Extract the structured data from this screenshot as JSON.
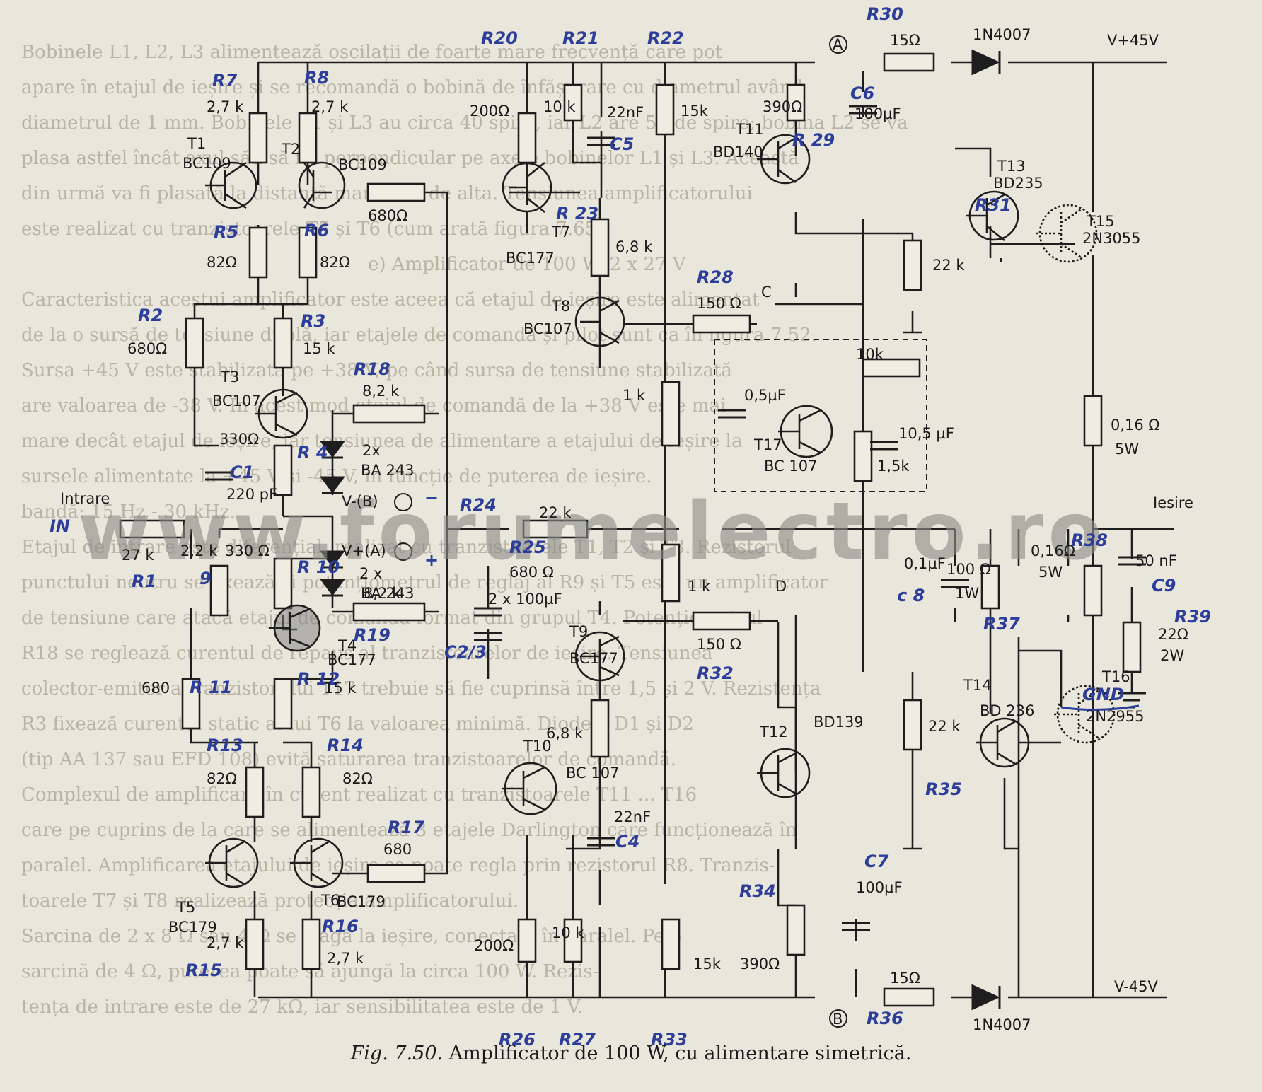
{
  "watermark": "www.forumelectro.ro",
  "caption": {
    "fig": "Fig. 7.50.",
    "text": "Amplificator de 100 W, cu alimentare simetrică."
  },
  "background_text": [
    "Bobinele L1, L2, L3 alimentează oscilații de foarte mare frecvență care pot",
    "apare în etajul de ieșire și se recomandă o bobină de înfășurare cu diametrul având",
    "diametrul de 1 mm. Bobinele L1 și L3 au circa 40 spire, iar L2 are 50 de spire; bobina L2 se va",
    "plasa astfel încât axul său să fie perpendicular pe axele bobinelor L1 și L3. Această",
    "din urmă va fi plasată la distanță mare una de alta. Tensiunea amplificatorului",
    "este realizat cu tranzistoarele T5 și T6 (cum arată figura 7.65).",
    "e) Amplificator de 100 W, 2 x 27 V",
    "Caracteristica acestui amplificator este aceea că etajul de ieșire este alimentat",
    "de la o sursă de tensiune dublă, iar etajele de comandă și pilot sunt ca în figura 7.52.",
    "Sursa +45 V este stabilizată pe +38 V, pe când sursa de tensiune stabilizată",
    "are valoarea de -38 V. În acest mod etajul de comandă de la +38 V este mai",
    "mare decât etajul de ieșire, iar tensiunea de alimentare a etajului de ieșire la",
    "sursele alimentate la +45 V și -45 V, în funcție de puterea de ieșire.",
    "bandă: 15 Hz - 30 kHz.",
    "Etajul de intrare este diferențial, realizat cu tranzistoarele T1, T2 și T3. Rezistorul",
    "punctului neutru se fixează și potențiometrul de reglaj al R9 și T5 este un amplificator",
    "de tensiune care atacă etajul de comandă format din grupul T4. Potențiometrul",
    "R18 se reglează curentul de repaus al tranzistoarelor de ieșire. Tensiunea",
    "colector-emitor a tranzistorului T17 trebuie să fie cuprinsă între 1,5 și 2 V. Rezistența",
    "R3 fixează curentul static al lui T6 la valoarea minimă. Diodele D1 și D2",
    "(tip AA 137 sau EFD 108) evită saturarea tranzistoarelor de comandă.",
    "Complexul de amplificare în curent realizat cu tranzistoarele T11 ... T16",
    "care pe cuprins de la care se alimentează 3 etajele Darlington care funcționează în",
    "paralel. Amplificarea etajului de ieșire se poate regla prin rezistorul R8. Tranzis-",
    "toarele T7 și T8 realizează protecția amplificatorului.",
    "Sarcina de 2 x 8 Ω sau 4 Ω se leagă la ieșire, conectate în paralel. Pe o",
    "sarcină de 4 Ω, puterea poate să ajungă la circa 100 W. Rezis-",
    "tența de intrare este de 27 kΩ, iar sensibilitatea este de 1 V."
  ],
  "labels": {
    "R30": "R30",
    "r30_val": "15Ω",
    "d_top": "1N4007",
    "vplus": "V+45V",
    "R20": "R20",
    "R21": "R21",
    "R22": "R22",
    "pointA": "A",
    "pointB": "B",
    "R7": "R7",
    "r7_val": "2,7 k",
    "R8": "R8",
    "r8_val": "2,7 k",
    "T1": "T1",
    "t1_type": "BC109",
    "T2": "T2",
    "t2_type": "BC109",
    "r20_val": "200Ω",
    "r21_val": "10 k",
    "c5_val": "22nF",
    "C5": "C5",
    "r22_val": "15k",
    "r29_val": "390Ω",
    "T11": "T11",
    "t11_type": "BD140",
    "R29": "R 29",
    "c6_val": "100µF",
    "C6": "C6",
    "T13": "T13",
    "t13_type": "BD235",
    "T15": "T15",
    "t15_type": "2N3055",
    "r_680": "680Ω",
    "R5": "R5",
    "r5_val": "82Ω",
    "R6": "R6",
    "r6_val": "82Ω",
    "T7": "T7",
    "t7_type": "BC177",
    "R23": "R 23",
    "r23_val": "6,8 k",
    "R31": "R31",
    "r31_val": "22 k",
    "C": "C",
    "R2": "R2",
    "r2_val": "680Ω",
    "R3": "R3",
    "r3_val": "15 k",
    "T8": "T8",
    "t8_type": "BC107",
    "R28": "R28",
    "r28_val": "150 Ω",
    "T3": "T3",
    "t3_type": "BC107",
    "R18": "R18",
    "r18_val": "8,2 k",
    "pot10k": "10k",
    "c_05": "0,5µF",
    "pot1k_top": "1 k",
    "T17": "T17",
    "t17_type": "BC 107",
    "r_15k": "1,5k",
    "c_105": "10,5 µF",
    "r016_top": "0,16 Ω",
    "r016_top_w": "5W",
    "r4_val": "330Ω",
    "R4": "R 4",
    "C1": "C1",
    "c1_val": "220 pF",
    "d2x": "2x",
    "d_ba243": "BA 243",
    "vminusB": "V-(B)",
    "minus": "−",
    "intrare": "Intrare",
    "in": "IN",
    "r1_val": "27 k",
    "R1": "R1",
    "r9_val": "2,2 k",
    "R9": "9",
    "R24": "R24",
    "r24_val": "22 k",
    "iesire": "Iesire",
    "vplusA": "V+(A)",
    "plus": "+",
    "R25": "R25",
    "r25_val": "680 Ω",
    "r10_val": "330 Ω",
    "R10": "R 10",
    "d2x_b": "2 x",
    "d_ba243_b": "BA 243",
    "r19_val": "8,2 k",
    "R19": "R19",
    "c23_val": "2 x 100µF",
    "C23": "C2/3",
    "pot1k_bot": "1 k",
    "c8_val": "0,1µF",
    "C8": "c 8",
    "D": "D",
    "r37_val": "100 Ω",
    "r37_w": "1W",
    "R37": "R37",
    "r016_bot": "0,16Ω",
    "r016_bot_w": "5W",
    "R38": "R38",
    "c9_val": "50 nF",
    "C9": "C9",
    "r39_val": "22Ω",
    "r39_w": "2W",
    "R39": "R39",
    "gnd": "GND",
    "r11_val": "680",
    "R11": "R 11",
    "T4": "T4",
    "t4_type": "BC177",
    "R12": "R 12",
    "r12_val": "15 k",
    "T9": "T9",
    "t9_type": "BC177",
    "R32": "R32",
    "r32_val": "150 Ω",
    "T12": "T12",
    "t12_type": "BD139",
    "T14": "T14",
    "t14_type": "BD 236",
    "T16": "T16",
    "t16_type": "2N2955",
    "R13": "R13",
    "r13_val": "82Ω",
    "R14": "R14",
    "r14_val": "82Ω",
    "R17": "R17",
    "r17_val": "680",
    "r_68k_bot": "6,8 k",
    "T10": "T10",
    "t10_type": "BC 107",
    "R35": "R35",
    "r35_val": "22 k",
    "T5": "T5",
    "t5_type": "BC179",
    "T6": "T6",
    "t6_type": "BC179",
    "c4_val": "22nF",
    "C4": "C4",
    "R34": "R34",
    "c7_val": "100µF",
    "C7": "C7",
    "R16": "R16",
    "r16_val": "2,7 k",
    "r15_val": "2,7 k",
    "R15": "R15",
    "r26_val": "200Ω",
    "r27_val": "10 k",
    "r33_val": "15k",
    "r34_val": "390Ω",
    "r36_val": "15Ω",
    "vminus": "V-45V",
    "R26": "R26",
    "R27": "R27",
    "R33": "R33",
    "R36": "R36",
    "d_bot": "1N4007"
  }
}
